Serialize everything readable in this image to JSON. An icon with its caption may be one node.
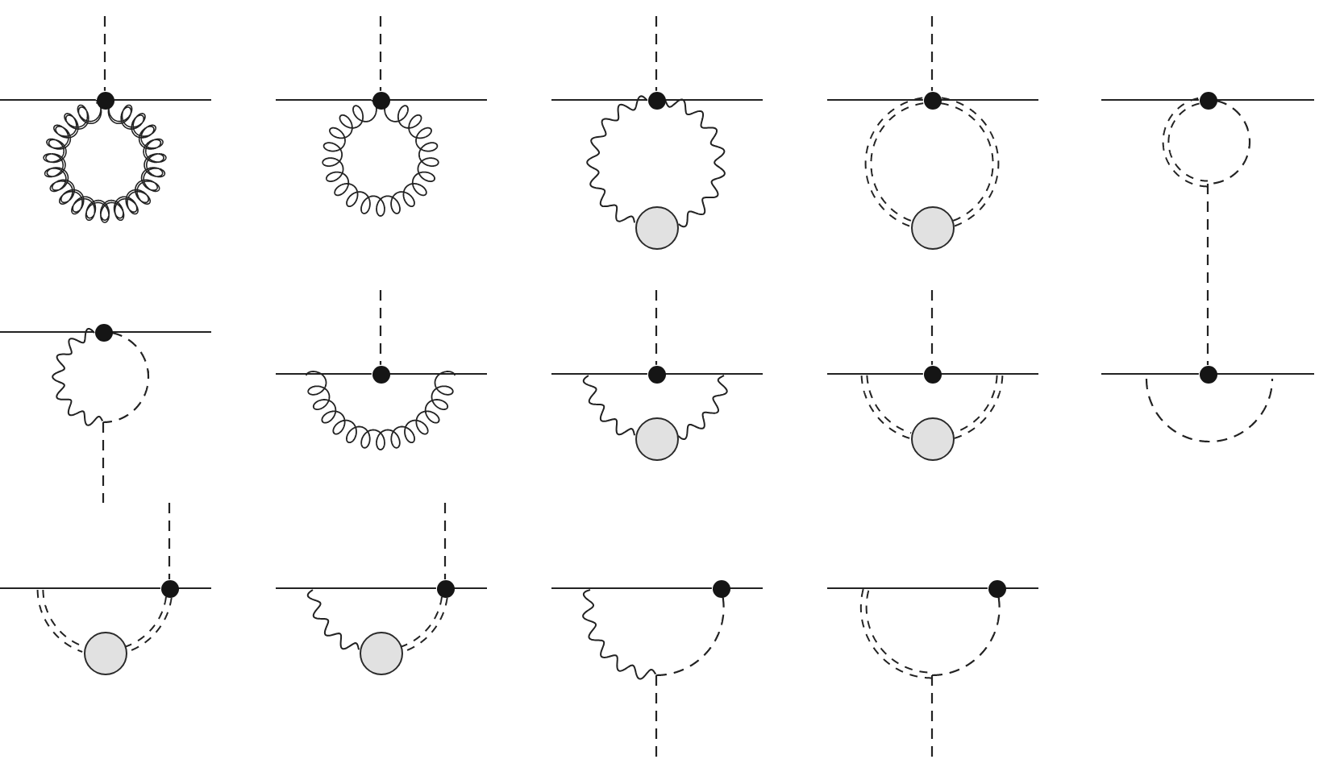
{
  "diagram": {
    "nodes": [
      {
        "text": [],
        "shape": "dot"
      },
      {
        "text": [],
        "shape": "dot"
      },
      {
        "text": [],
        "shape": "dot"
      },
      {
        "text": [],
        "shape": "circle"
      },
      {
        "text": [],
        "shape": "dot"
      },
      {
        "text": [],
        "shape": "circle"
      },
      {
        "text": [],
        "shape": "dot"
      },
      {
        "text": [],
        "shape": "dot"
      },
      {
        "text": [],
        "shape": "dot"
      },
      {
        "text": [],
        "shape": "dot"
      },
      {
        "text": [],
        "shape": "circle"
      },
      {
        "text": [],
        "shape": "dot"
      },
      {
        "text": [],
        "shape": "circle"
      },
      {
        "text": [],
        "shape": "dot"
      },
      {
        "text": [],
        "shape": "dot"
      },
      {
        "text": [],
        "shape": "circle"
      },
      {
        "text": [],
        "shape": "dot"
      },
      {
        "text": [],
        "shape": "circle"
      },
      {
        "text": [],
        "shape": "dot"
      },
      {
        "text": [],
        "shape": "dot"
      }
    ],
    "edges": [
      {
        "from": null,
        "to": 0,
        "arrow": "none",
        "style": "dashed"
      },
      {
        "from": null,
        "to": 0,
        "arrow": "none"
      },
      {
        "from": 0,
        "to": null,
        "arrow": "none"
      },
      {
        "from": 0,
        "to": 0,
        "arrow": "none"
      },
      {
        "from": null,
        "to": 1,
        "arrow": "none",
        "style": "dashed"
      },
      {
        "from": null,
        "to": 1,
        "arrow": "none"
      },
      {
        "from": 1,
        "to": null,
        "arrow": "none"
      },
      {
        "from": 1,
        "to": 1,
        "arrow": "none"
      },
      {
        "from": null,
        "to": 2,
        "arrow": "none",
        "style": "dashed"
      },
      {
        "from": null,
        "to": 2,
        "arrow": "none"
      },
      {
        "from": 2,
        "to": null,
        "arrow": "none"
      },
      {
        "from": 2,
        "to": 3,
        "arrow": "none"
      },
      {
        "from": 2,
        "to": 3,
        "arrow": "none"
      },
      {
        "from": null,
        "to": 4,
        "arrow": "none",
        "style": "dashed"
      },
      {
        "from": null,
        "to": 4,
        "arrow": "none"
      },
      {
        "from": 4,
        "to": null,
        "arrow": "none"
      },
      {
        "from": 4,
        "to": 5,
        "arrow": "none",
        "style": "dashed"
      },
      {
        "from": 4,
        "to": 5,
        "arrow": "none",
        "style": "dashed"
      },
      {
        "from": null,
        "to": 6,
        "arrow": "none"
      },
      {
        "from": 6,
        "to": null,
        "arrow": "none"
      },
      {
        "from": 6,
        "to": null,
        "arrow": "none",
        "style": "dashed"
      },
      {
        "from": 6,
        "to": null,
        "arrow": "none",
        "style": "dashed"
      },
      {
        "from": null,
        "to": 13,
        "arrow": "none",
        "style": "dashed"
      },
      {
        "from": null,
        "to": 7,
        "arrow": "none"
      },
      {
        "from": 7,
        "to": null,
        "arrow": "none"
      },
      {
        "from": 7,
        "to": null,
        "arrow": "none"
      },
      {
        "from": 7,
        "to": null,
        "arrow": "none",
        "style": "dashed"
      },
      {
        "from": null,
        "to": 8,
        "arrow": "none",
        "style": "dashed"
      },
      {
        "from": null,
        "to": 8,
        "arrow": "none"
      },
      {
        "from": 8,
        "to": null,
        "arrow": "none"
      },
      {
        "from": null,
        "to": 9,
        "arrow": "none",
        "style": "dashed"
      },
      {
        "from": null,
        "to": 9,
        "arrow": "none"
      },
      {
        "from": 9,
        "to": null,
        "arrow": "none"
      },
      {
        "from": null,
        "to": 10,
        "arrow": "none"
      },
      {
        "from": null,
        "to": 10,
        "arrow": "none"
      },
      {
        "from": null,
        "to": 11,
        "arrow": "none",
        "style": "dashed"
      },
      {
        "from": null,
        "to": 11,
        "arrow": "none"
      },
      {
        "from": 11,
        "to": null,
        "arrow": "none"
      },
      {
        "from": null,
        "to": 12,
        "arrow": "none",
        "style": "dashed"
      },
      {
        "from": null,
        "to": 12,
        "arrow": "none",
        "style": "dashed"
      },
      {
        "from": null,
        "to": 13,
        "arrow": "none"
      },
      {
        "from": 13,
        "to": null,
        "arrow": "none"
      },
      {
        "from": null,
        "to": 14,
        "arrow": "none",
        "style": "dashed"
      },
      {
        "from": null,
        "to": 14,
        "arrow": "none"
      },
      {
        "from": 14,
        "to": null,
        "arrow": "none"
      },
      {
        "from": null,
        "to": 15,
        "arrow": "none",
        "style": "dashed"
      },
      {
        "from": 14,
        "to": 15,
        "arrow": "none",
        "style": "dashed"
      },
      {
        "from": null,
        "to": 16,
        "arrow": "none",
        "style": "dashed"
      },
      {
        "from": null,
        "to": 16,
        "arrow": "none"
      },
      {
        "from": 16,
        "to": null,
        "arrow": "none"
      },
      {
        "from": null,
        "to": 17,
        "arrow": "none"
      },
      {
        "from": 16,
        "to": 17,
        "arrow": "none",
        "style": "dashed"
      },
      {
        "from": null,
        "to": 18,
        "arrow": "none"
      },
      {
        "from": 18,
        "to": null,
        "arrow": "none"
      },
      {
        "from": 18,
        "to": null,
        "arrow": "none",
        "style": "dashed"
      },
      {
        "from": null,
        "to": 19,
        "arrow": "none"
      },
      {
        "from": 19,
        "to": null,
        "arrow": "none"
      },
      {
        "from": 19,
        "to": null,
        "arrow": "none",
        "style": "dashed"
      }
    ]
  }
}
